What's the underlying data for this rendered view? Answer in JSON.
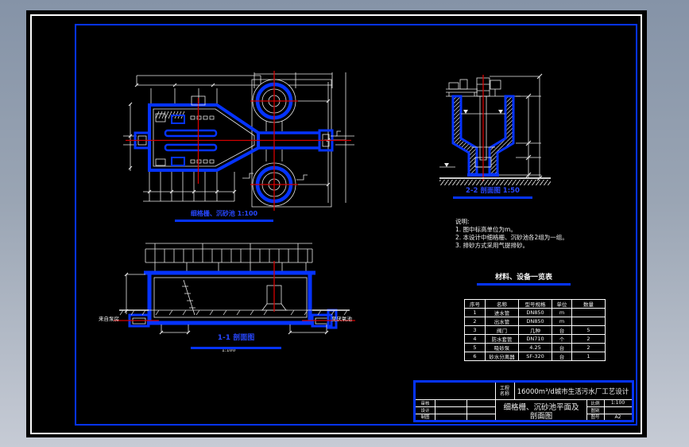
{
  "colors": {
    "accent_blue": "#0533ff",
    "line_white": "#fdfdfd",
    "centerline_red": "#d40000",
    "paper_black": "#000000",
    "desktop_gray": "#9aa5b5"
  },
  "labels": {
    "plan": "细格栅、沉砂池 1:100",
    "section22": "2-2 剖面图 1:50",
    "section11": "1-1 剖面图",
    "section11_scale": "1:100",
    "inlet": "来自泵房",
    "outlet": "至厌氧池"
  },
  "notes": {
    "title": "说明:",
    "items": [
      "1. 图中标高单位为m。",
      "2. 本设计中细格栅、沉砂池各2组为一组。",
      "3. 排砂方式采用气提排砂。"
    ]
  },
  "equipment_table": {
    "title": "材料、设备一览表",
    "headers": [
      "序号",
      "名称",
      "型号规格",
      "单位",
      "数量"
    ],
    "rows": [
      [
        "1",
        "进水管",
        "DN850",
        "m",
        ""
      ],
      [
        "2",
        "出水管",
        "DN850",
        "m",
        ""
      ],
      [
        "3",
        "阀门",
        "几种",
        "台",
        "5"
      ],
      [
        "4",
        "防水套管",
        "DN710",
        "个",
        "2"
      ],
      [
        "5",
        "吸砂泵",
        "4.25",
        "台",
        "2"
      ],
      [
        "6",
        "砂水分离器",
        "SF-320",
        "台",
        "1"
      ]
    ]
  },
  "title_block": {
    "project_label": "工程\n名称",
    "project_name": "16000m³/d城市生活污水厂工艺设计",
    "drawing_title_line1": "细格栅、沉砂池平面及",
    "drawing_title_line2": "剖面图",
    "sign_rows": [
      "审核",
      "设计",
      "制图"
    ],
    "scale_label": "比例",
    "scale_value": "1:100",
    "category_label": "图别",
    "category_value": "",
    "number_label": "图号",
    "number_value": "A2"
  }
}
